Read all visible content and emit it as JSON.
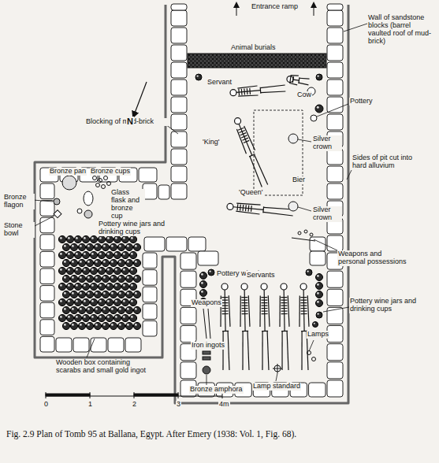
{
  "diagram": {
    "caption": "Fig. 2.9 Plan of Tomb 95 at Ballana, Egypt. After Emery (1938: Vol. 1, Fig. 68).",
    "labels": [
      "Entrance ramp",
      "Wall of sandstone blocks (barrel vaulted roof of mud-brick)",
      "Animal burials",
      "Servant",
      "Cow",
      "Pottery",
      "Blocking of mud-brick",
      "N",
      "'King'",
      "Silver crown",
      "Bier",
      "Sides of pit cut into hard alluvium",
      "'Queen'",
      "Silver crown",
      "Weapons and personal possessions",
      "Pottery wine jars",
      "Servants",
      "Pottery wine jars and drinking cups",
      "Weapons",
      "Iron ingots",
      "Lamps",
      "Lamp standard",
      "Bronze amphora",
      "Bronze pan",
      "Bronze cups",
      "Bronze flagon",
      "Glass flask and bronze cup",
      "Stone bowl",
      "Pottery wine jars and drinking cups",
      "Wooden box containing scarabs and small gold ingot",
      "0",
      "1",
      "2",
      "3",
      "4m"
    ]
  }
}
